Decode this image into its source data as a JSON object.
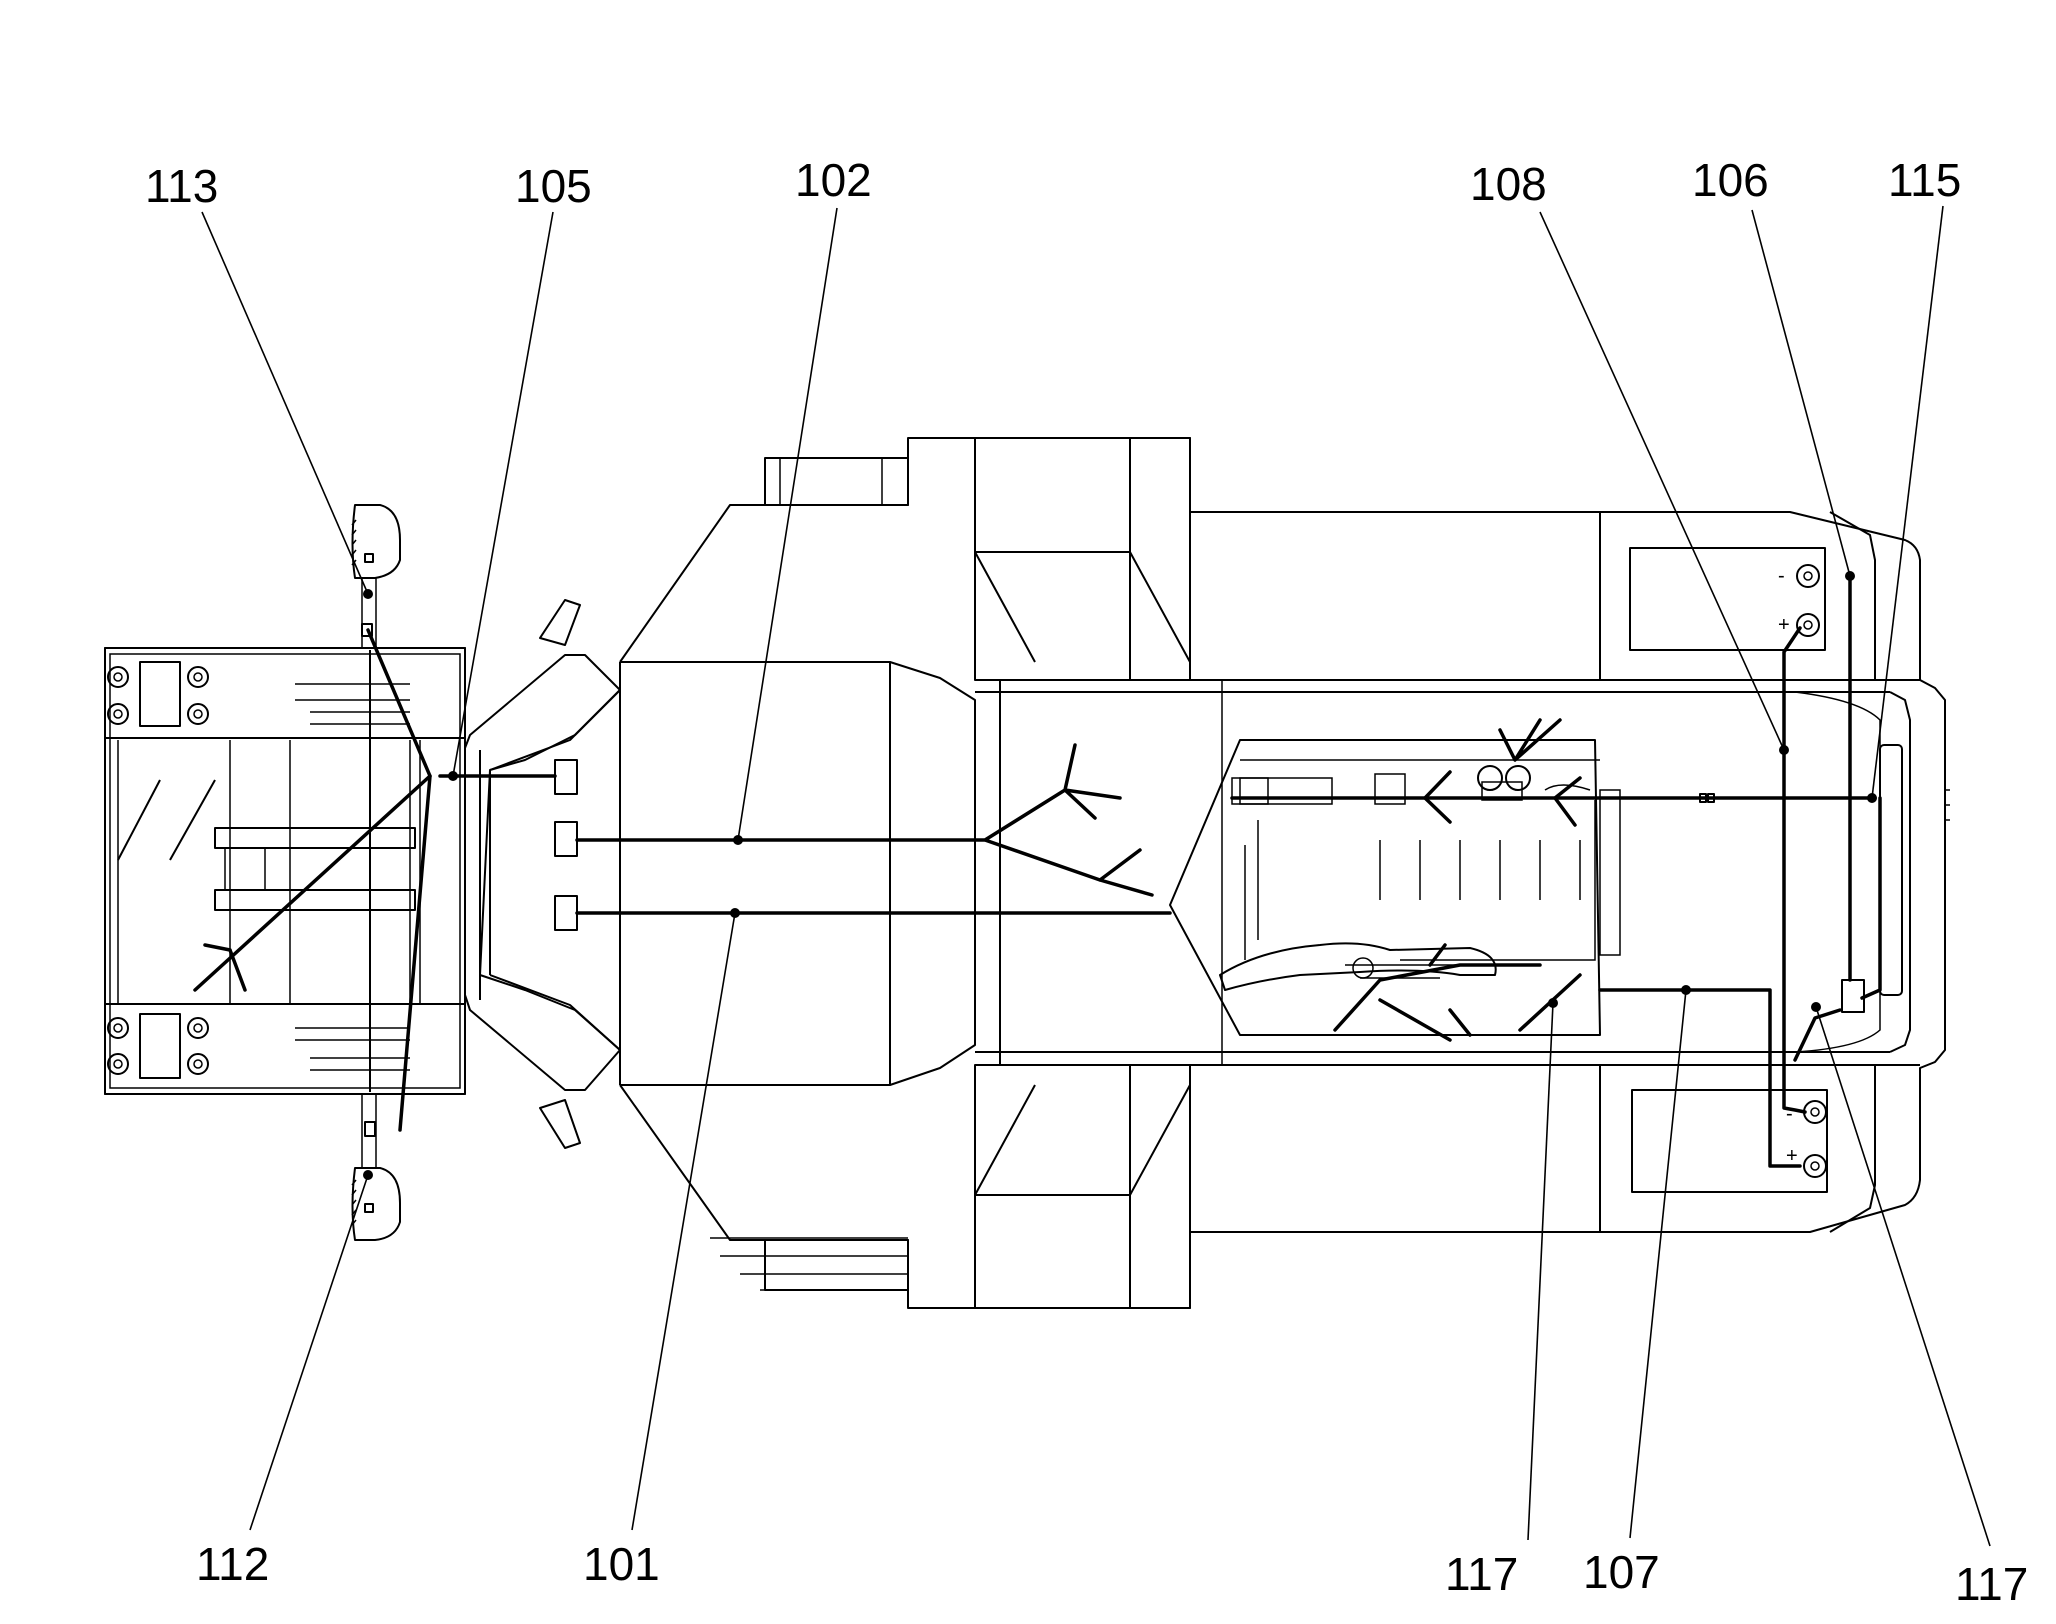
{
  "callouts": {
    "c113": "113",
    "c105": "105",
    "c102": "102",
    "c108": "108",
    "c106": "106",
    "c115": "115",
    "c112": "112",
    "c101": "101",
    "c117a": "117",
    "c107": "107",
    "c117b": "117"
  },
  "battery": {
    "top_neg": "-",
    "top_pos": "+",
    "bot_neg": "-",
    "bot_pos": "+"
  }
}
